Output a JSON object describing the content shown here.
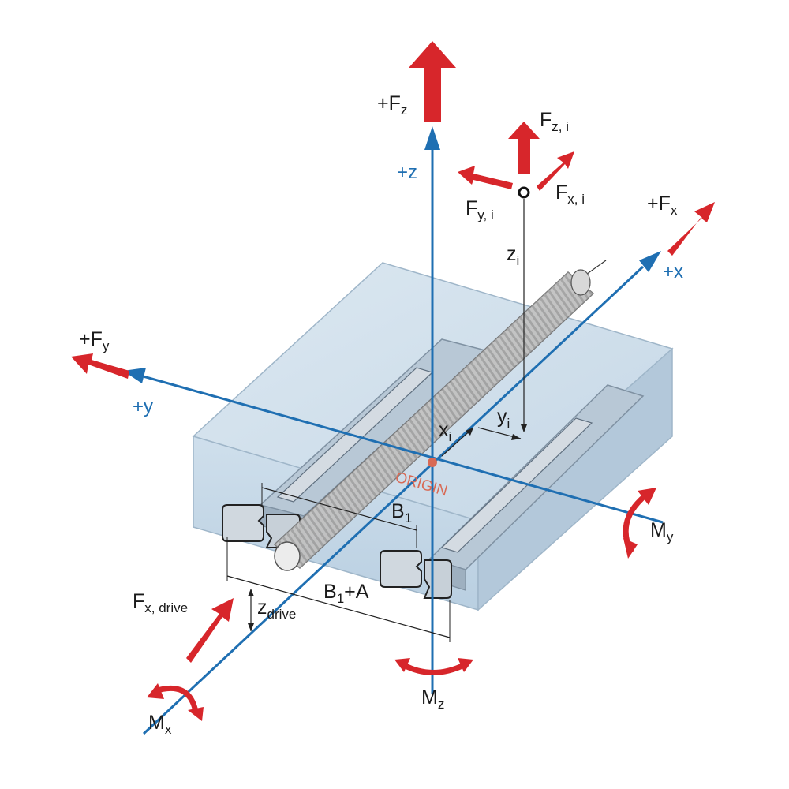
{
  "colors": {
    "axis": "#1f6fb2",
    "force": "#d7262b",
    "origin": "#d86a55",
    "housing": "#c6d8e6"
  },
  "axes": {
    "z_label": "+z",
    "x_label": "+x",
    "y_label": "+y"
  },
  "forces": {
    "fz": {
      "main": "+F",
      "sub": "z"
    },
    "fx": {
      "main": "+F",
      "sub": "x"
    },
    "fy": {
      "main": "+F",
      "sub": "y"
    },
    "fzi": {
      "main": "F",
      "sub": "z, i"
    },
    "fxi": {
      "main": "F",
      "sub": "x, i"
    },
    "fyi": {
      "main": "F",
      "sub": "y, i"
    },
    "fxdrive": {
      "main": "F",
      "sub": "x, drive"
    }
  },
  "moments": {
    "mx": {
      "main": "M",
      "sub": "x"
    },
    "my": {
      "main": "M",
      "sub": "y"
    },
    "mz": {
      "main": "M",
      "sub": "z"
    }
  },
  "dimensions": {
    "zi": {
      "main": "z",
      "sub": "i"
    },
    "xi": {
      "main": "x",
      "sub": "i"
    },
    "yi": {
      "main": "y",
      "sub": "i"
    },
    "b1": {
      "main": "B",
      "sub": "1"
    },
    "b1a": {
      "main": "B",
      "sub": "1",
      "tail": "+A"
    },
    "zdrive": {
      "main": "z",
      "sub": "drive"
    }
  },
  "origin_label": "ORIGIN"
}
